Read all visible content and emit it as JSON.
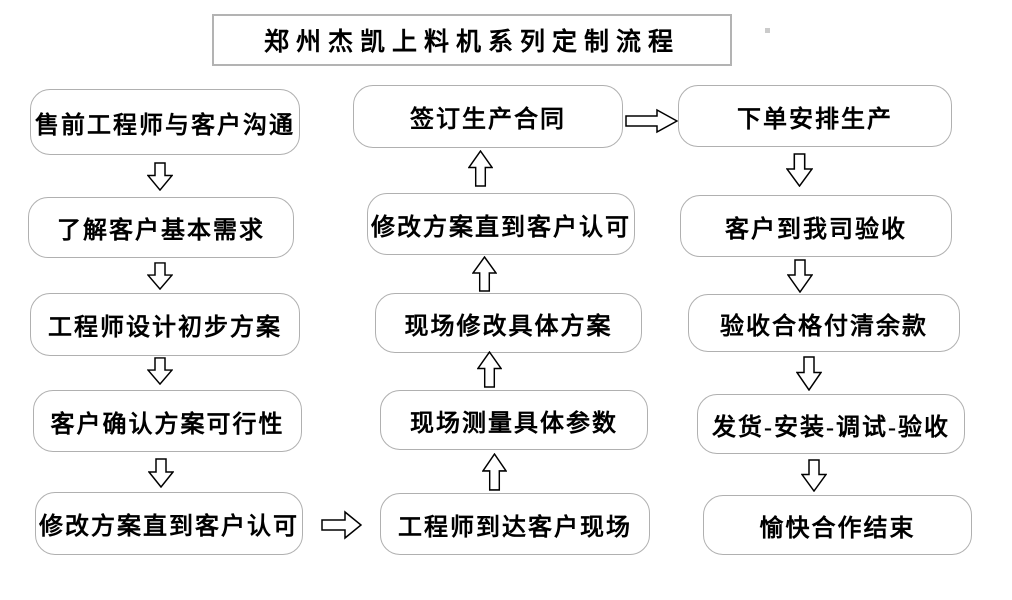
{
  "title": "郑州杰凯上料机系列定制流程",
  "flow": {
    "left": [
      "售前工程师与客户沟通",
      "了解客户基本需求",
      "工程师设计初步方案",
      "客户确认方案可行性",
      "修改方案直到客户认可"
    ],
    "middle": [
      "签订生产合同",
      "修改方案直到客户认可",
      "现场修改具体方案",
      "现场测量具体参数",
      "工程师到达客户现场"
    ],
    "right": [
      "下单安排生产",
      "客户到我司验收",
      "验收合格付清余款",
      "发货-安装-调试-验收",
      "愉快合作结束"
    ]
  },
  "colors": {
    "background": "#ffffff",
    "box_border": "#b0b0b0",
    "title_border": "#b3b3b3",
    "text": "#000000",
    "arrow_outline": "#000000",
    "arrow_fill": "#ffffff"
  }
}
